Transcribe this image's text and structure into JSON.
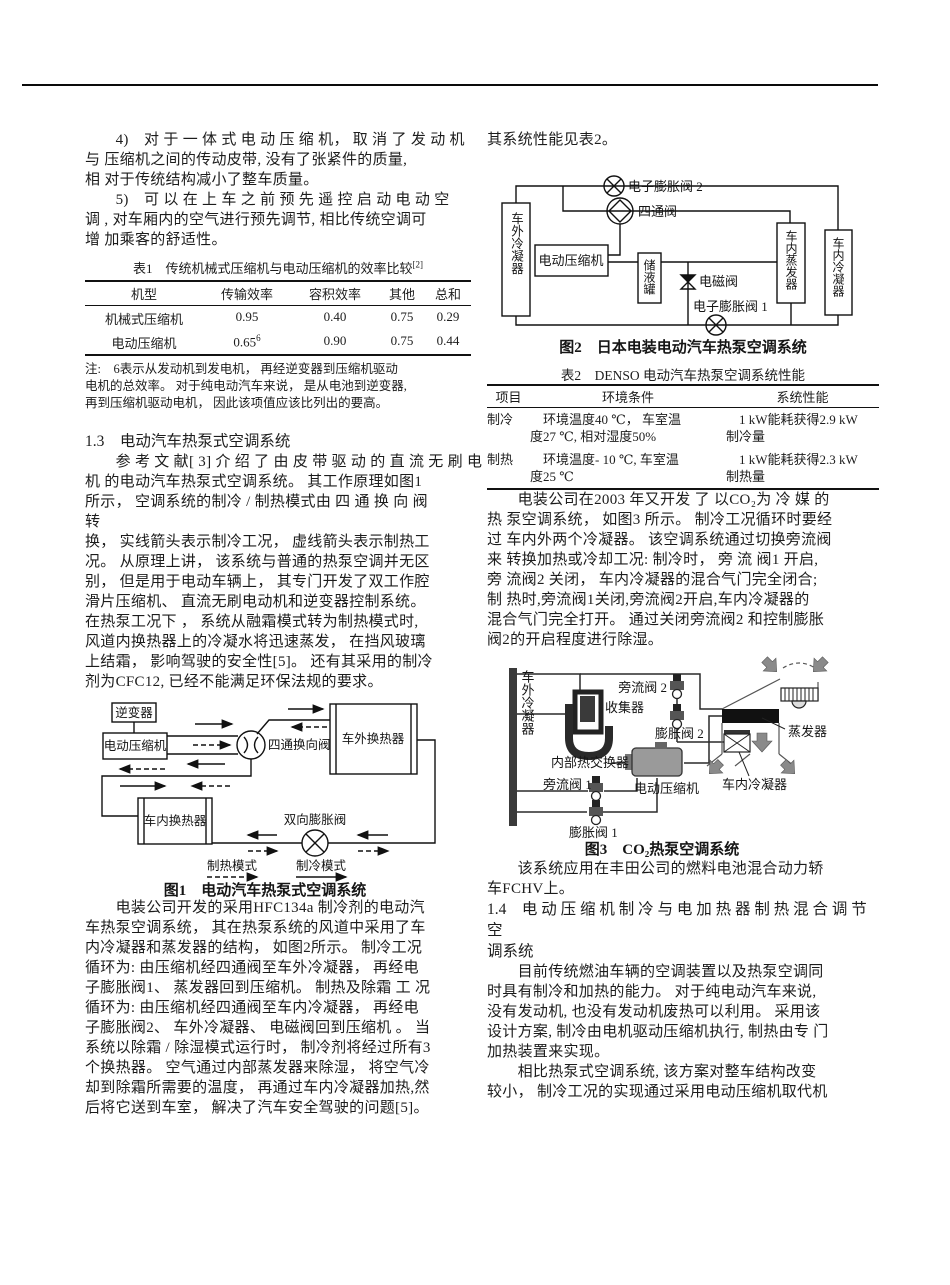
{
  "left": {
    "p4": [
      "　　4)　对 于 一 体 式 电 动 压 缩 机， 取 消 了 发 动 机",
      "与 压缩机之间的传动皮带, 没有了张紧件的质量,",
      "相 对于传统结构减小了整车质量。"
    ],
    "p5": [
      "　　5)　可 以 在 上 车 之 前 预 先 遥 控 启 动 电 动 空",
      "调 , 对车厢内的空气进行预先调节, 相比传统空调可",
      "增 加乘客的舒适性。"
    ],
    "table1": {
      "caption": "表1　传统机械式压缩机与电动压缩机的效率比较",
      "caption_sup": "[2]",
      "h": [
        "机型",
        "传输效率",
        "容积效率",
        "其他",
        "总和"
      ],
      "r1": [
        "机械式压缩机",
        "0.95",
        "0.40",
        "0.75",
        "0.29"
      ],
      "r2c0": "电动压缩机",
      "r2c1": "0.65",
      "r2c1sup": "6",
      "r2c2": "0.90",
      "r2c3": "0.75",
      "r2c4": "0.44"
    },
    "note": [
      "注:　6表示从发动机到发电机， 再经逆变器到压缩机驱动",
      "电机的总效率。 对于纯电动汽车来说， 是从电池到逆变器,",
      "再到压缩机驱动电机， 因此该项值应该比列出的要高。"
    ],
    "h13": "1.3　电动汽车热泵式空调系统",
    "p13": [
      "　　参 考 文 献[ 3] 介 绍 了 由 皮 带 驱 动 的 直 流 无 刷 电",
      "机 的电动汽车热泵式空调系统。 其工作原理如图1",
      "所示， 空调系统的制冷 / 制热模式由 四 通 换 向 阀",
      "转",
      "换， 实线箭头表示制冷工况， 虚线箭头表示制热工",
      "况。 从原理上讲， 该系统与普通的热泵空调并无区",
      "别， 但是用于电动车辆上， 其专门开发了双工作腔",
      "滑片压缩机、 直流无刷电动机和逆变器控制系统。",
      "在热泵工况下 ， 系统从融霜模式转为制热模式时,",
      "风道内换热器上的冷凝水将迅速蒸发， 在挡风玻璃",
      "上结霜， 影响驾驶的安全性[5]。 还有其采用的制冷",
      "剂为CFC12, 已经不能满足环保法规的要求。"
    ],
    "fig1": {
      "labels": {
        "inverter": "逆变器",
        "compressor": "电动压缩机",
        "four_way": "四通换向阀",
        "outdoor": "车外换热器",
        "indoor": "车内换热器",
        "exp_valve": "双向膨胀阀",
        "heat_mode": "制热模式",
        "cool_mode": "制冷模式"
      },
      "caption": "图1　电动汽车热泵式空调系统"
    },
    "p_denso": [
      "　　电装公司开发的采用HFC134a 制冷剂的电动汽",
      "车热泵空调系统， 其在热泵系统的风道中采用了车",
      "内冷凝器和蒸发器的结构， 如图2所示。 制冷工况",
      "循环为: 由压缩机经四通阀至车外冷凝器， 再经电",
      "子膨胀阀1、 蒸发器回到压缩机。 制热及除霜 工 况",
      "循环为: 由压缩机经四通阀至车内冷凝器， 再经电",
      "子膨胀阀2、 车外冷凝器、 电磁阀回到压缩机 。 当",
      "系统以除霜 / 除湿模式运行时， 制冷剂将经过所有3",
      "个换热器。 空气通过内部蒸发器来除湿， 将空气冷",
      "却到除霜所需要的温度， 再通过车内冷凝器加热,然",
      "后将它送到车室， 解决了汽车安全驾驶的问题[5]。"
    ]
  },
  "right": {
    "intro": "其系统性能见表2。",
    "fig2": {
      "labels": {
        "outdoor": "车外冷凝器",
        "eev2": "电子膨胀阀 2",
        "four_way": "四通阀",
        "compressor": "电动压缩机",
        "receiver": "储液罐",
        "solenoid": "电磁阀",
        "eev1": "电子膨胀阀 1",
        "evap": "车内蒸发器",
        "cond": "车内冷凝器"
      },
      "caption": "图2　日本电装电动汽车热泵空调系统"
    },
    "table2": {
      "caption": "表2　DENSO 电动汽车热泵空调系统性能",
      "h": [
        "项目",
        "环境条件",
        "系统性能"
      ],
      "r1item": "制冷",
      "r1cond": [
        "　环境温度40 ℃， 车室温",
        "度27 ℃, 相对湿度50%"
      ],
      "r1perf": [
        "　1 kW能耗获得2.9 kW",
        "制冷量"
      ],
      "r2item": "制热",
      "r2cond": [
        "　环境温度- 10 ℃, 车室温",
        "度25 ℃"
      ],
      "r2perf": [
        "　1 kW能耗获得2.3 kW",
        "制热量"
      ]
    },
    "p_co2": [
      "　　电装公司在2003 年又开发 了 以CO₂为 冷 媒 的",
      "热 泵空调系统， 如图3 所示。 制冷工况循环时要经",
      "过 车内外两个冷凝器。 该空调系统通过切换旁流阀",
      "来 转换加热或冷却工况: 制冷时， 旁 流 阀1 开启,",
      "旁 流阀2 关闭， 车内冷凝器的混合气门完全闭合;",
      "制 热时,旁流阀1关闭,旁流阀2开启,车内冷凝器的",
      "混合气门完全打开。 通过关闭旁流阀2 和控制膨胀",
      "阀2的开启程度进行除湿。"
    ],
    "fig3": {
      "labels": {
        "outdoor": "车外冷凝器",
        "bypass2": "旁流阀 2",
        "collector": "收集器",
        "exp2": "膨胀阀 2",
        "ihx": "内部热交换器",
        "compressor": "电动压缩机",
        "bypass1": "旁流阀 1",
        "exp1": "膨胀阀 1",
        "evap": "蒸发器",
        "cond": "车内冷凝器"
      },
      "caption": "图3　CO₂热泵空调系统"
    },
    "p_fchv": [
      "　　该系统应用在丰田公司的燃料电池混合动力轿",
      "车FCHV上。"
    ],
    "h14": [
      "1.4　电 动 压 缩 机 制 冷 与 电 加 热 器 制 热 混 合 调 节",
      "空",
      "调系统"
    ],
    "p14a": [
      "　　目前传统燃油车辆的空调装置以及热泵空调同",
      "时具有制冷和加热的能力。 对于纯电动汽车来说,",
      "没有发动机, 也没有发动机废热可以利用。 采用该",
      "设计方案, 制冷由电机驱动压缩机执行, 制热由专 门",
      "加热装置来实现。"
    ],
    "p14b": [
      "　　相比热泵式空调系统, 该方案对整车结构改变",
      "较小， 制冷工况的实现通过采用电动压缩机取代机"
    ]
  }
}
